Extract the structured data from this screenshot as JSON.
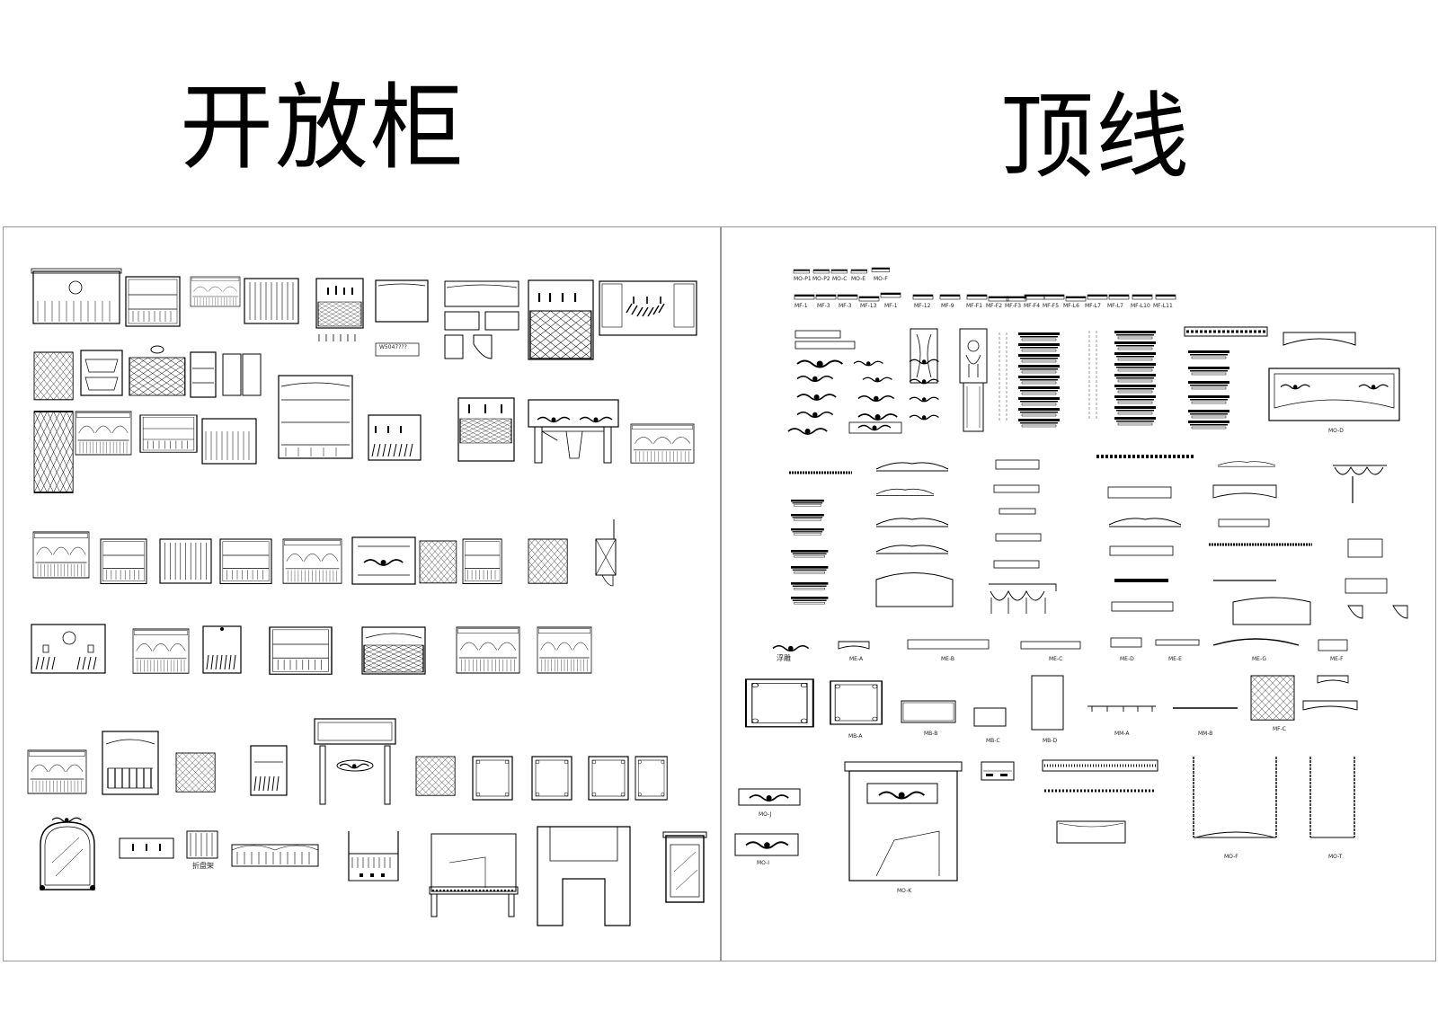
{
  "titles": {
    "left": "开放柜",
    "right": "顶线"
  },
  "labels": {
    "code_left": "W5047???",
    "rack_caption": "折盘架",
    "moulding_top": [
      "MO-P1",
      "MO-P2",
      "MO-C",
      "MO-E",
      "MO-F"
    ],
    "moulding_row": [
      "MF-1",
      "MF-3",
      "MF-3",
      "MF-13",
      "MF-1",
      "MF-12",
      "MF-9",
      "MF-F1",
      "MF-F2",
      "MF-F3",
      "MF-F4",
      "MF-F5",
      "MF-L6",
      "MF-L7",
      "MF-L7",
      "MF-L10",
      "MF-L11"
    ],
    "row_labels": [
      "浮雕",
      "ME-A",
      "ME-B",
      "ME-C",
      "ME-D",
      "ME-E",
      "ME-G",
      "ME-F"
    ],
    "box_labels": [
      "MB-A",
      "MB-B",
      "MB-C",
      "MB-D",
      "MM-A",
      "MM-B",
      "MF-C"
    ],
    "misc_labels": [
      "MO-J",
      "MO-I",
      "MO-K",
      "MO-F",
      "MO-T",
      "MO-D"
    ]
  },
  "colors": {
    "line": "#000000",
    "border": "#999999"
  }
}
